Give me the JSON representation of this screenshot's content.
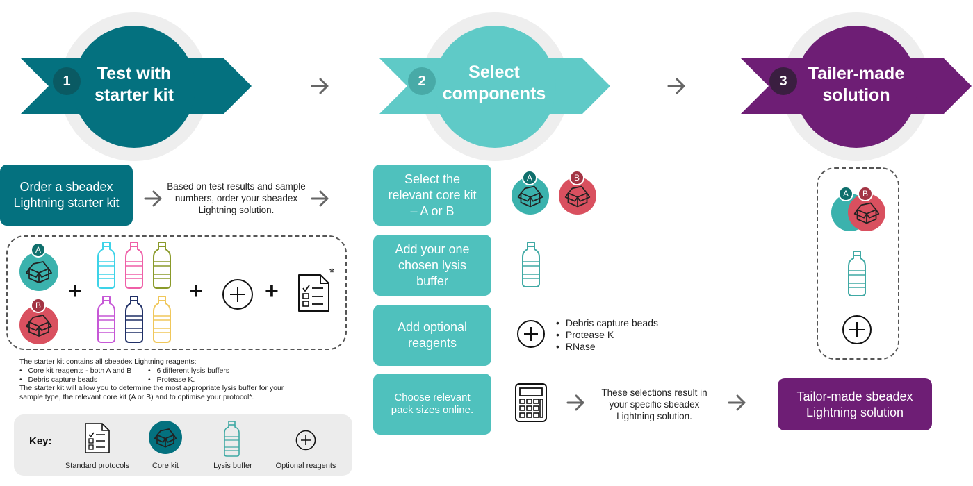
{
  "steps": [
    {
      "number": "1",
      "title": "Test with starter kit"
    },
    {
      "number": "2",
      "title": "Select components"
    },
    {
      "number": "3",
      "title": "Tailer-made solution"
    }
  ],
  "row1": {
    "order_box": "Order a sbeadex Lightning starter kit",
    "based_text": "Based on test results and sample numbers, order your sbeadex Lightning solution."
  },
  "kit": {
    "label_a": "A",
    "label_b": "B",
    "plus": "+",
    "asterisk": "*"
  },
  "starter_note": {
    "intro": "The starter kit contains all sbeadex Lightning reagents:",
    "items_left": [
      "Core kit reagents - both A and B",
      "Debris capture beads"
    ],
    "items_right": [
      "6 different lysis buffers",
      "Protease K."
    ],
    "outro": "The starter kit will allow you to determine the most appropriate lysis buffer for your sample type, the relevant core kit (A or B) and to optimise your protocol*."
  },
  "key": {
    "title": "Key:",
    "items": [
      "Standard protocols",
      "Core kit",
      "Lysis buffer",
      "Optional reagents"
    ]
  },
  "select": {
    "box1": "Select the relevant core kit – A or B",
    "box2": "Add your one chosen lysis buffer",
    "box3": "Add optional reagents",
    "box4": "Choose relevant pack sizes online.",
    "optional_items": [
      "Debris capture beads",
      "Protease K",
      "RNase"
    ],
    "result_text": "These selections result in your specific sbeadex Lightning solution."
  },
  "final": {
    "box": "Tailor-made sbeadex Lightning solution"
  },
  "colors": {
    "step1": "#04717f",
    "step2": "#5fcac7",
    "step3": "#6e1e75",
    "teal_box": "#4fc1bd",
    "core_a": "#3bb2ad",
    "core_b": "#d9505f",
    "arrow": "#666666"
  }
}
